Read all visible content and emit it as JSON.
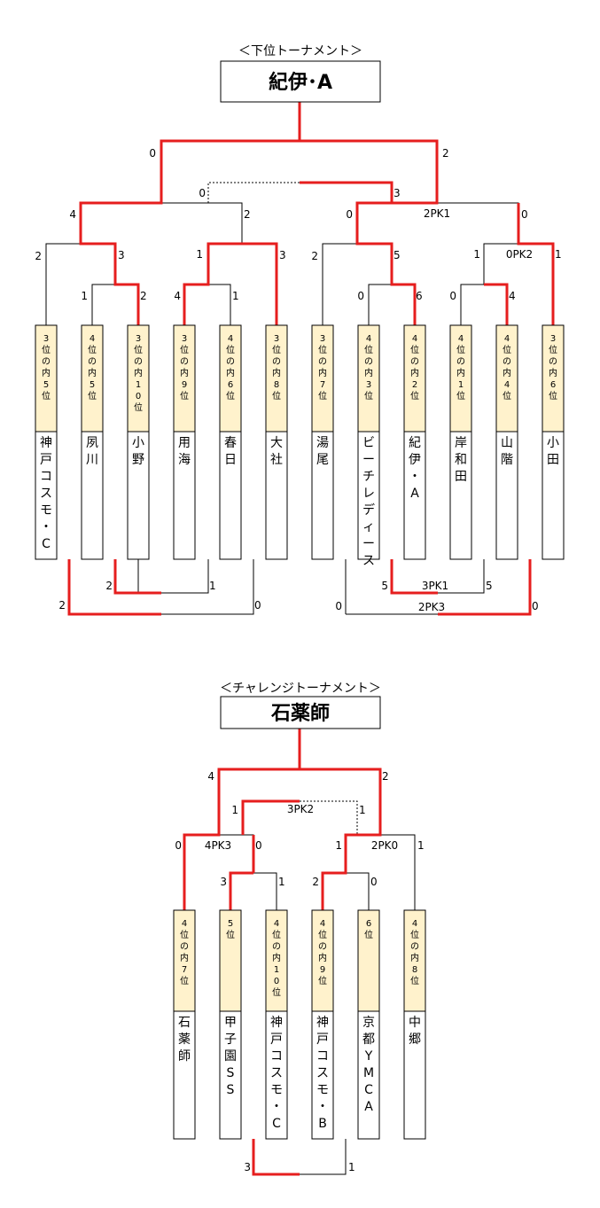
{
  "tournaments": [
    {
      "title": "＜下位トーナメント＞",
      "winner": "紀伊･A",
      "entries": [
        {
          "rank": "3位の内5位",
          "team": "神戸コスモ・C"
        },
        {
          "rank": "4位の内5位",
          "team": "夙川"
        },
        {
          "rank": "3位の内10位",
          "team": "小野"
        },
        {
          "rank": "3位の内9位",
          "team": "用海"
        },
        {
          "rank": "4位の内6位",
          "team": "春日"
        },
        {
          "rank": "3位の内8位",
          "team": "大社"
        },
        {
          "rank": "3位の内7位",
          "team": "湯尾"
        },
        {
          "rank": "4位の内3位",
          "team": "ビーチレディース"
        },
        {
          "rank": "4位の内2位",
          "team": "紀伊・A"
        },
        {
          "rank": "4位の内1位",
          "team": "岸和田"
        },
        {
          "rank": "4位の内4位",
          "team": "山階"
        },
        {
          "rank": "3位の内6位",
          "team": "小田"
        }
      ],
      "scores": [
        "0",
        "2",
        "0",
        "3",
        "4",
        "2",
        "0",
        "0",
        "2PK1",
        "2",
        "3",
        "1",
        "3",
        "2",
        "5",
        "1",
        "0PK2",
        "1",
        "1",
        "2",
        "4",
        "1",
        "0",
        "6",
        "0",
        "4",
        "2",
        "1",
        "2",
        "0",
        "5",
        "3PK1",
        "5",
        "0",
        "2PK3",
        "0"
      ]
    },
    {
      "title": "＜チャレンジトーナメント＞",
      "winner": "石薬師",
      "entries": [
        {
          "rank": "4位の内7位",
          "team": "石薬師"
        },
        {
          "rank": "5位",
          "team": "甲子園SS"
        },
        {
          "rank": "4位の内10位",
          "team": "神戸コスモ・C"
        },
        {
          "rank": "4位の内9位",
          "team": "神戸コスモ・B"
        },
        {
          "rank": "6位",
          "team": "京都YMCA"
        },
        {
          "rank": "4位の内8位",
          "team": "中郷"
        }
      ],
      "scores": [
        "4",
        "2",
        "1",
        "3PK2",
        "1",
        "0",
        "4PK3",
        "0",
        "1",
        "2PK0",
        "1",
        "3",
        "1",
        "2",
        "0",
        "3",
        "1"
      ]
    }
  ]
}
